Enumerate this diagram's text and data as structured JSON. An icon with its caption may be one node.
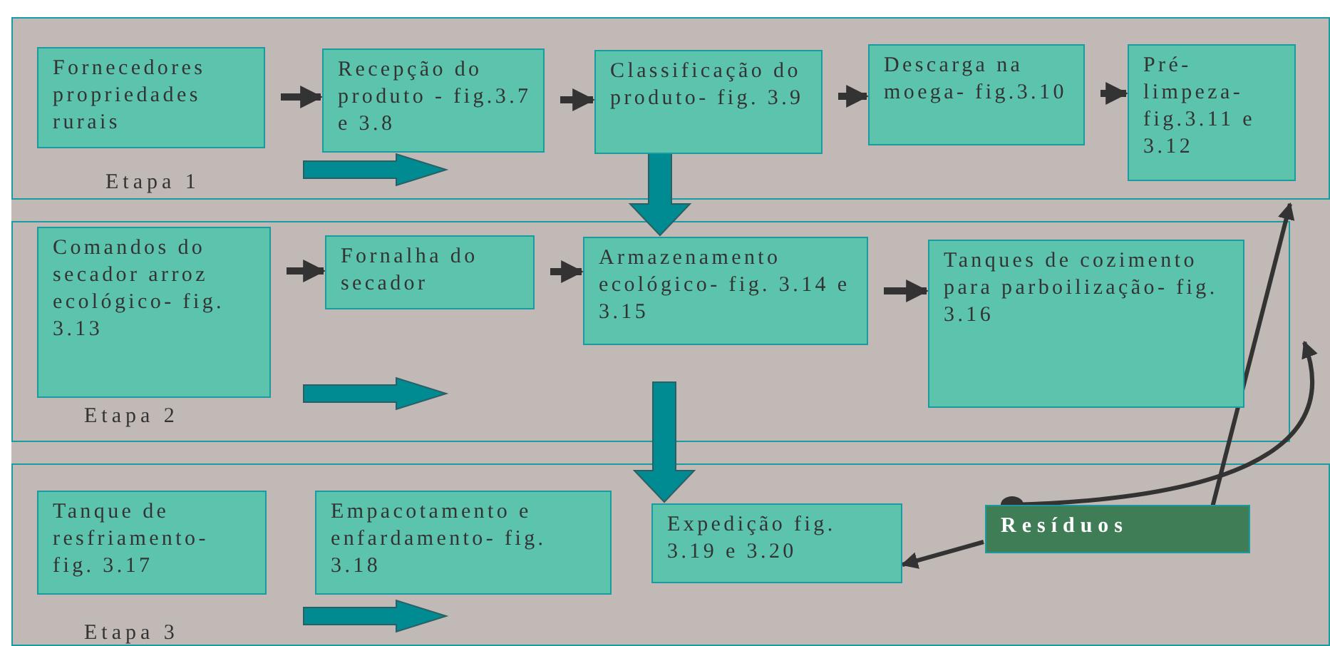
{
  "diagram": {
    "nodes": [
      {
        "text": [
          "Etapa 1"
        ]
      },
      {
        "text": [
          "Fornecedores propriedades rurais"
        ],
        "in": 0
      },
      {
        "text": [
          "Recepção do produto - fig.3.7 e 3.8"
        ],
        "in": 0
      },
      {
        "text": [
          "Classificação do produto- fig. 3.9"
        ],
        "in": 0
      },
      {
        "text": [
          "Descarga na moega- fig.3.10"
        ],
        "in": 0
      },
      {
        "text": [
          "Pré- limpeza- fig.3.11 e 3.12"
        ],
        "in": 0
      },
      {
        "text": [
          "Etapa 2"
        ]
      },
      {
        "text": [
          "Comandos do secador arroz ecológico- fig. 3.13"
        ],
        "in": 6
      },
      {
        "text": [
          "Fornalha do secador"
        ],
        "in": 6
      },
      {
        "text": [
          "Armazenamento ecológico- fig. 3.14 e 3.15"
        ],
        "in": 6
      },
      {
        "text": [
          "Tanques de cozimento para parboilização- fig. 3.16"
        ],
        "in": 6
      },
      {
        "text": [
          "Etapa 3"
        ]
      },
      {
        "text": [
          "Tanque de resfriamento- fig. 3.17"
        ],
        "in": 11
      },
      {
        "text": [
          "Empacotamento e enfardamento- fig. 3.18"
        ],
        "in": 11
      },
      {
        "text": [
          "Expedição fig. 3.19 e 3.20"
        ],
        "in": 11
      },
      {
        "text": [
          "Resíduos"
        ],
        "in": 11
      }
    ],
    "edges": [
      {
        "from": 1,
        "to": 2,
        "arrow": "to"
      },
      {
        "from": 2,
        "to": 3,
        "arrow": "to"
      },
      {
        "from": 3,
        "to": 4,
        "arrow": "to"
      },
      {
        "from": 4,
        "to": 5,
        "arrow": "to"
      },
      {
        "from": 3,
        "to": 9,
        "arrow": "to",
        "style": "thick",
        "color": "#008b93"
      },
      {
        "from": 7,
        "to": 8,
        "arrow": "to"
      },
      {
        "from": 8,
        "to": 9,
        "arrow": "to"
      },
      {
        "from": 9,
        "to": 10,
        "arrow": "to"
      },
      {
        "from": 6,
        "to": 14,
        "arrow": "to",
        "style": "thick",
        "color": "#008b93"
      },
      {
        "from": 15,
        "to": 0,
        "arrow": "to"
      },
      {
        "from": 15,
        "to": 6,
        "arrow": "to"
      },
      {
        "from": 15,
        "to": 14,
        "arrow": "to"
      }
    ]
  }
}
